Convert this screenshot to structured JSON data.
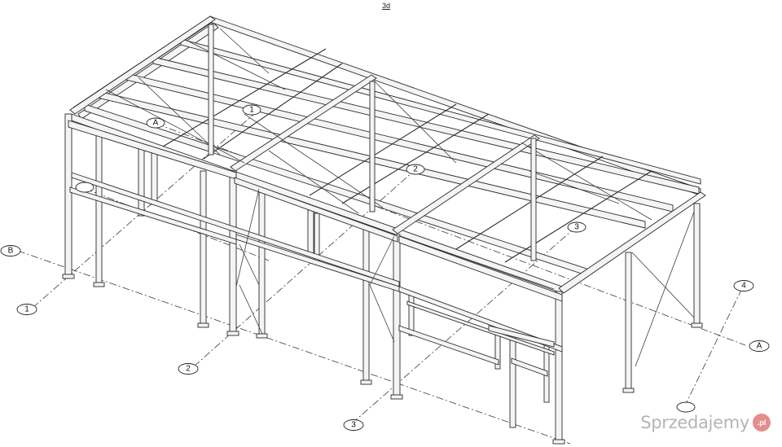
{
  "view": {
    "title": "3d"
  },
  "grid_labels": {
    "letters": [
      "A",
      "B",
      "A",
      ""
    ],
    "numbers": [
      "1",
      "2",
      "3",
      "4",
      "1",
      "2",
      "3",
      ""
    ]
  },
  "watermark": {
    "text": "Sprzedajemy",
    "badge": ".pl"
  },
  "colors": {
    "line": "#2b2b2b",
    "background": "#ffffff",
    "badge": "#d0312d"
  }
}
